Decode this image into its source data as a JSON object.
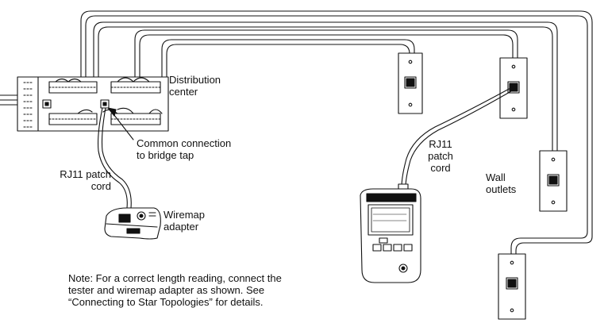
{
  "labels": {
    "distribution_center": [
      "Distribution",
      "center"
    ],
    "common_connection": [
      "Common connection",
      "to bridge tap"
    ],
    "rj11_left": [
      "RJ11 patch",
      "cord"
    ],
    "wiremap_adapter": [
      "Wiremap",
      "adapter"
    ],
    "rj11_right": [
      "RJ11",
      "patch",
      "cord"
    ],
    "wall_outlets": [
      "Wall",
      "outlets"
    ]
  },
  "note": [
    "Note: For a correct length reading, connect the",
    "tester and wiremap adapter as shown. See",
    "“Connecting to Star Topologies” for details."
  ]
}
